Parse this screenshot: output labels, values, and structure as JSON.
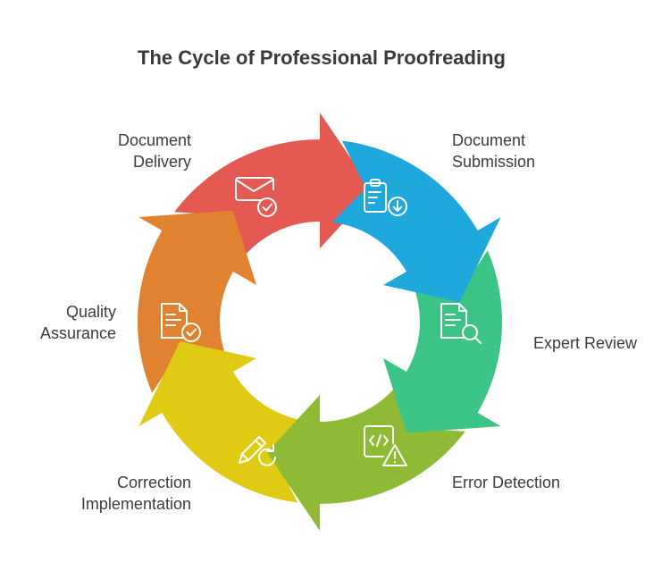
{
  "title": "The Cycle of Professional Proofreading",
  "steps": [
    {
      "id": "submission",
      "lines": [
        "Document",
        "Submission"
      ],
      "color": "#1ea8dc",
      "icon": "clipboard-download-icon"
    },
    {
      "id": "review",
      "lines": [
        "Expert Review"
      ],
      "color": "#3cc487",
      "icon": "document-search-icon"
    },
    {
      "id": "detection",
      "lines": [
        "Error Detection"
      ],
      "color": "#8fba35",
      "icon": "code-warning-icon"
    },
    {
      "id": "correction",
      "lines": [
        "Correction",
        "Implementation"
      ],
      "color": "#dfcb14",
      "icon": "pencil-refresh-icon"
    },
    {
      "id": "quality",
      "lines": [
        "Quality",
        "Assurance"
      ],
      "color": "#e08230",
      "icon": "document-check-icon"
    },
    {
      "id": "delivery",
      "lines": [
        "Document",
        "Delivery"
      ],
      "color": "#e45a52",
      "icon": "envelope-check-icon"
    }
  ]
}
